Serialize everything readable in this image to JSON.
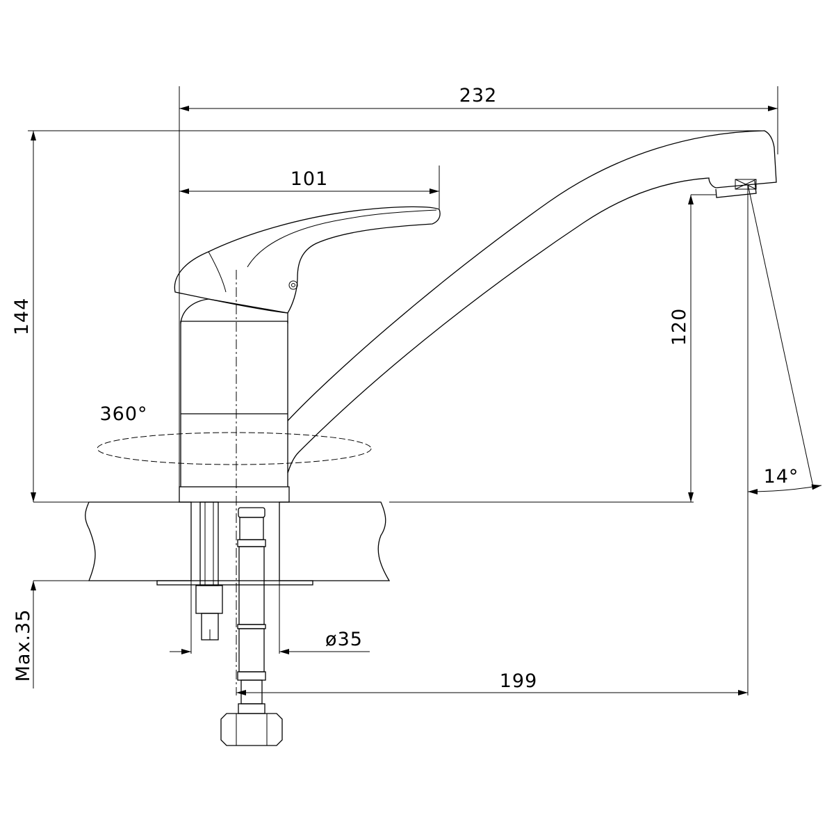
{
  "dimensions": {
    "overall_length": "232",
    "handle_length": "101",
    "overall_height": "144",
    "spout_height": "120",
    "rotation": "360°",
    "spout_angle": "14°",
    "hole_diameter": "ø35",
    "spout_reach": "199",
    "max_thickness": "Max.35"
  }
}
